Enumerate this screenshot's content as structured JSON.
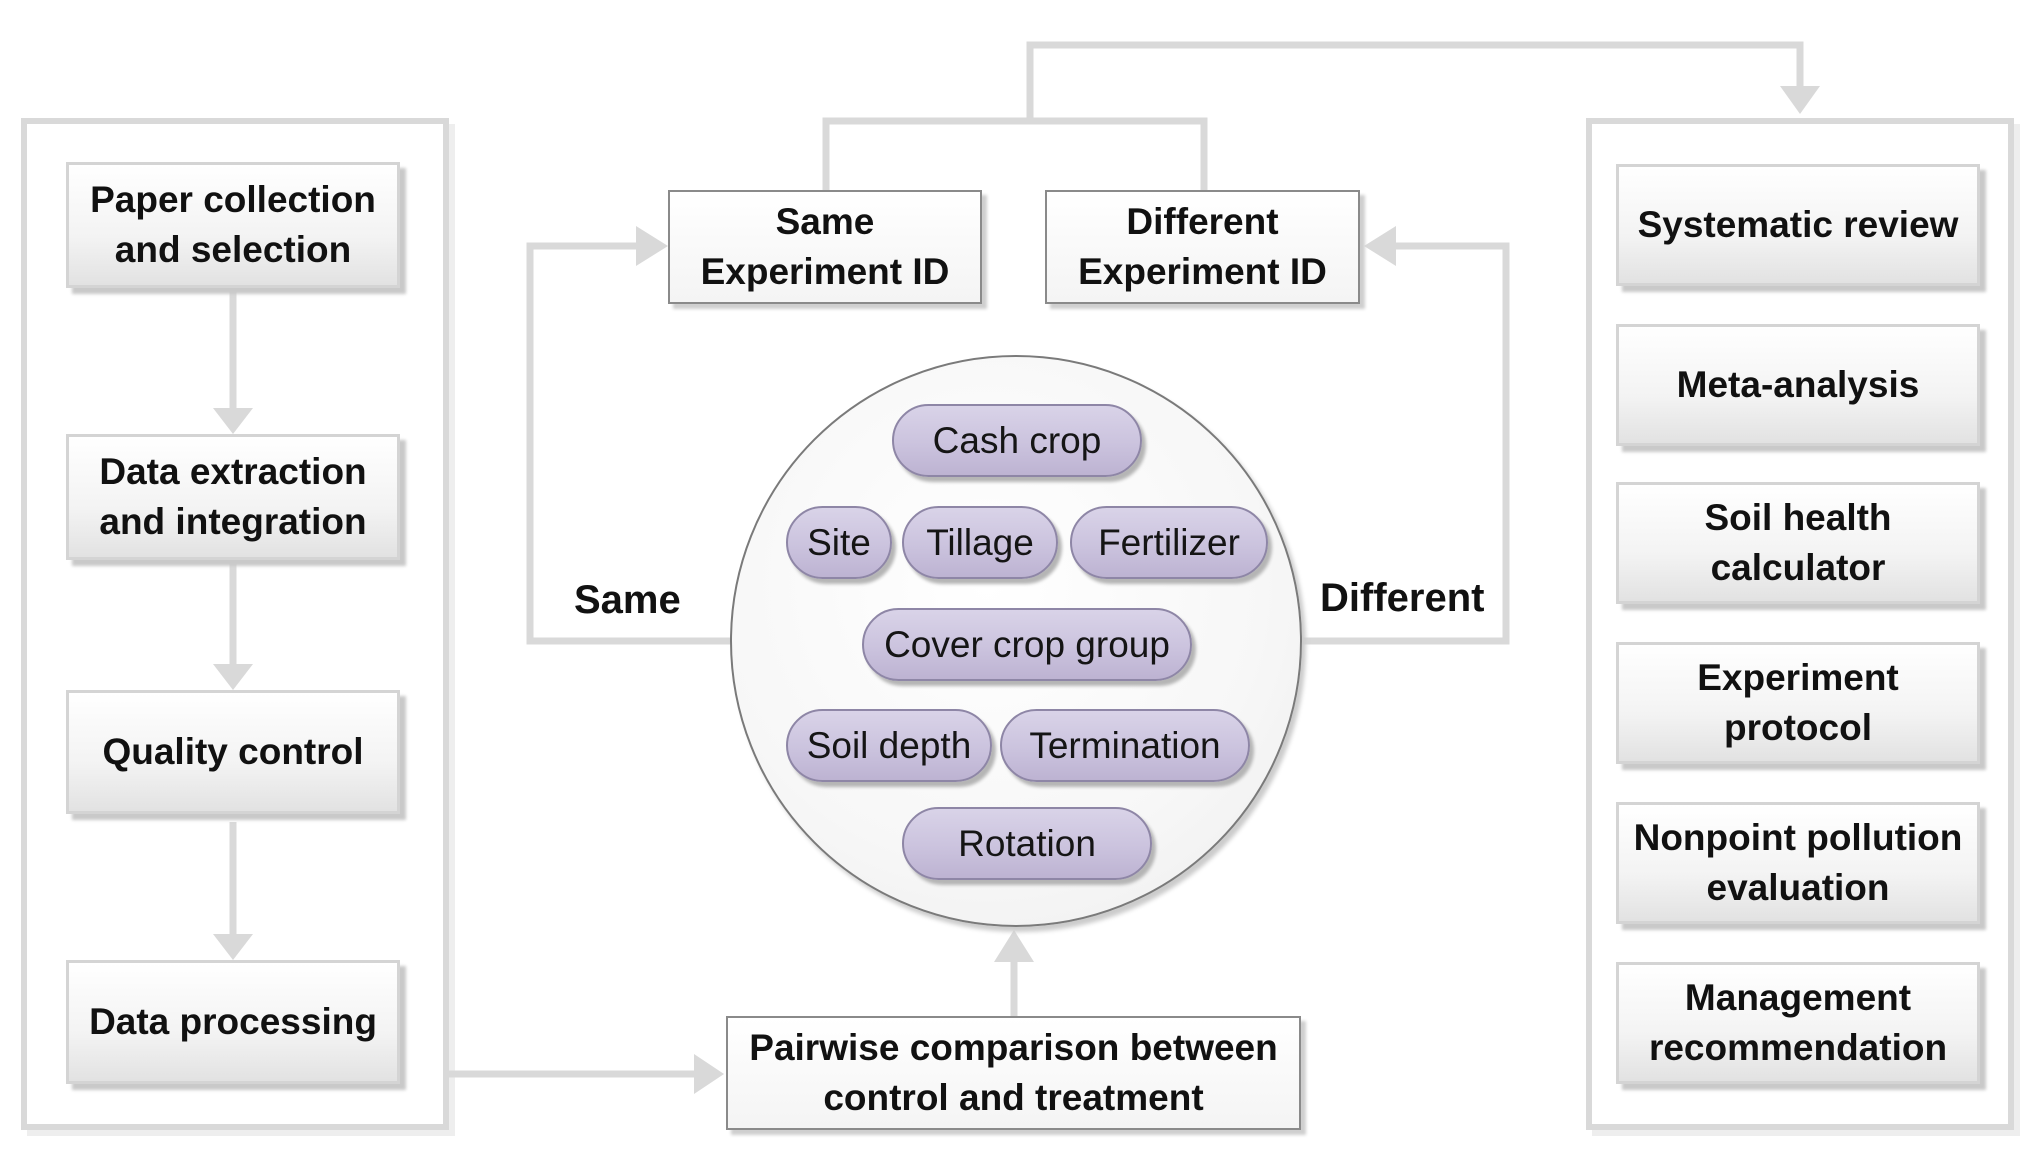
{
  "pipeline": {
    "steps": [
      "Paper collection\nand selection",
      "Data extraction\nand integration",
      "Quality control",
      "Data processing"
    ]
  },
  "center": {
    "same_id": "Same\nExperiment ID",
    "different_id": "Different\nExperiment ID",
    "pairwise": "Pairwise comparison between\ncontrol and treatment",
    "same_label": "Same",
    "different_label": "Different",
    "factors": {
      "cash_crop": "Cash crop",
      "site": "Site",
      "tillage": "Tillage",
      "fertilizer": "Fertilizer",
      "cover_crop_group": "Cover crop group",
      "soil_depth": "Soil depth",
      "termination": "Termination",
      "rotation": "Rotation"
    }
  },
  "applications": {
    "items": [
      "Systematic review",
      "Meta-analysis",
      "Soil health\ncalculator",
      "Experiment\nprotocol",
      "Nonpoint pollution\nevaluation",
      "Management\nrecommendation"
    ]
  }
}
